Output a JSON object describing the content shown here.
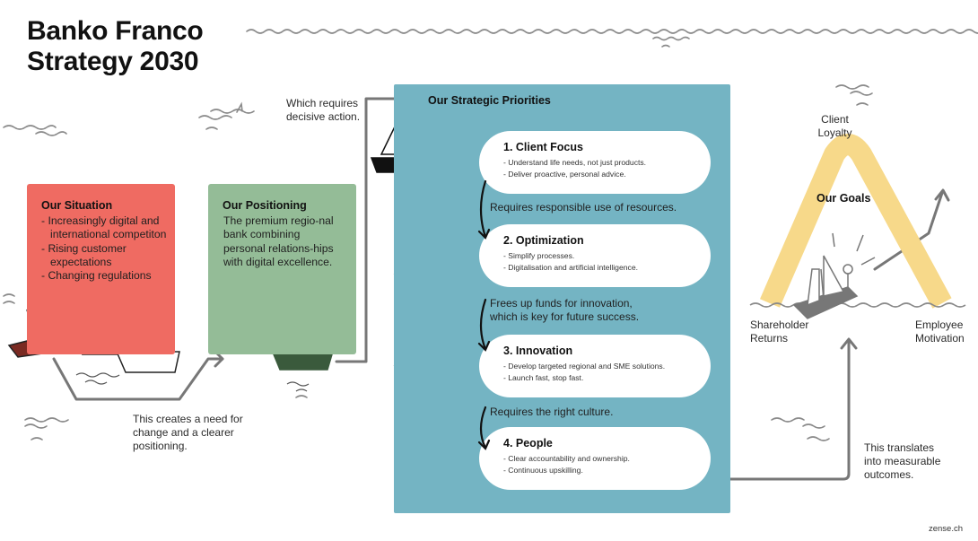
{
  "title": {
    "line1": "Banko Franco",
    "line2": "Strategy 2030"
  },
  "situation": {
    "heading": "Our Situation",
    "items": [
      "Increasingly digital and international competiton",
      "Rising customer expectations",
      "Changing regulations"
    ],
    "color": "#ef6b62"
  },
  "positioning": {
    "heading": "Our Positioning",
    "text": "The premium regio-nal bank combining personal relations-hips with digital excellence.",
    "color": "#94bc97"
  },
  "notes": {
    "need_for_change": "This creates a need for change and a clearer positioning.",
    "decisive_action": "Which requires decisive action.",
    "translates": "This translates into measurable outcomes."
  },
  "priorities": {
    "heading": "Our Strategic Priorities",
    "color": "#74b4c3",
    "items": [
      {
        "title": "1. Client Focus",
        "bullets": [
          "Understand life needs, not just products.",
          "Deliver proactive, personal advice."
        ]
      },
      {
        "title": "2. Optimization",
        "bullets": [
          "Simplify processes.",
          "Digitalisation and artificial intelligence."
        ]
      },
      {
        "title": "3. Innovation",
        "bullets": [
          "Develop targeted regional and SME solutions.",
          "Launch fast, stop fast."
        ]
      },
      {
        "title": "4. People",
        "bullets": [
          "Clear accountability and ownership.",
          "Continuous upskilling."
        ]
      }
    ],
    "connectors": [
      "Requires responsible use of resources.",
      "Frees up funds for innovation, which is key for future success.",
      "Requires the right culture."
    ]
  },
  "goals": {
    "heading": "Our Goals",
    "top": "Client Loyalty",
    "left": "Shareholder Returns",
    "right": "Employee Motivation",
    "color": "#f7d98a"
  },
  "footer": "zense.ch"
}
